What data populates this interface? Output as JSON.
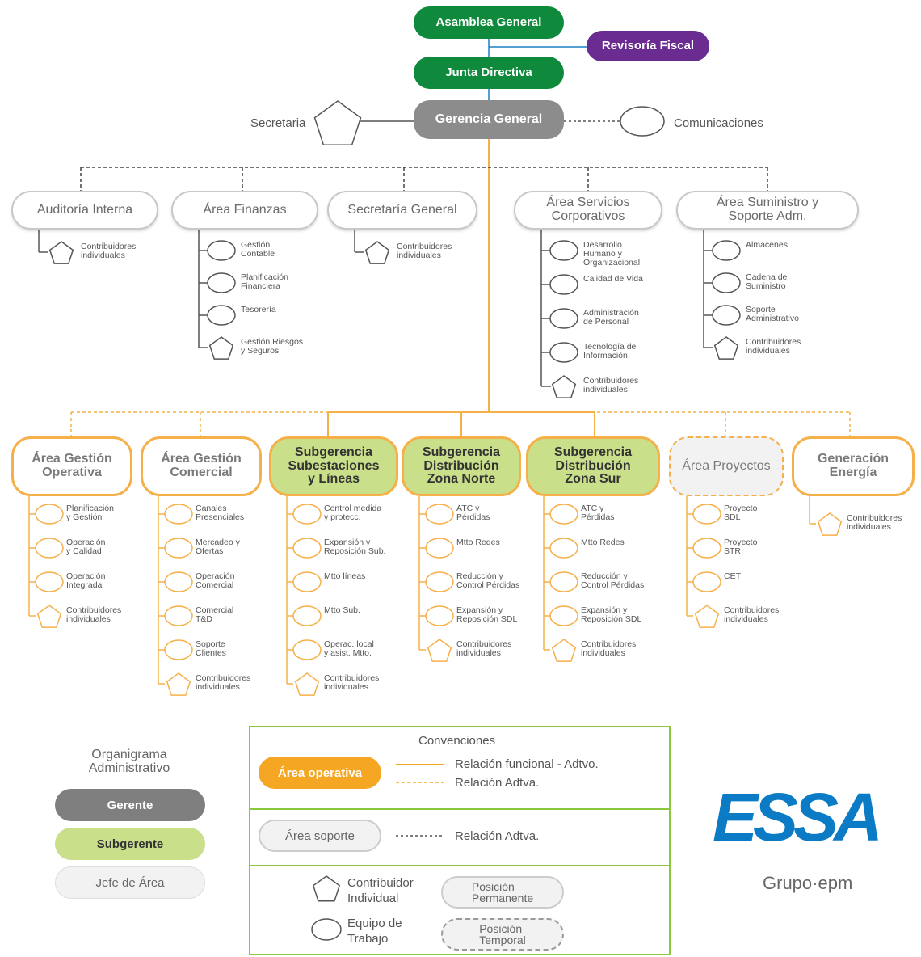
{
  "top": {
    "asamblea": "Asamblea General",
    "revisoria": "Revisoría Fiscal",
    "junta": "Junta Directiva",
    "gerencia": "Gerencia General",
    "secretaria": "Secretaria",
    "comunicaciones": "Comunicaciones"
  },
  "support_areas": [
    {
      "title": "Auditoría Interna",
      "items": [
        {
          "text": "Contribuidores\nindividuales",
          "shape": "pentagon"
        }
      ]
    },
    {
      "title": "Área Finanzas",
      "items": [
        {
          "text": "Gestión\nContable",
          "shape": "ellipse"
        },
        {
          "text": "Planificación\nFinanciera",
          "shape": "ellipse"
        },
        {
          "text": "Tesorería",
          "shape": "ellipse"
        },
        {
          "text": "Gestión Riesgos\ny Seguros",
          "shape": "pentagon"
        }
      ]
    },
    {
      "title": "Secretaría General",
      "items": [
        {
          "text": "Contribuidores\nindividuales",
          "shape": "pentagon"
        }
      ]
    },
    {
      "title": "Área Servicios\nCorporativos",
      "items": [
        {
          "text": "Desarrollo\nHumano y\nOrganizacional",
          "shape": "ellipse"
        },
        {
          "text": "Calidad de Vida",
          "shape": "ellipse"
        },
        {
          "text": "Administración\nde Personal",
          "shape": "ellipse"
        },
        {
          "text": "Tecnología de\nInformación",
          "shape": "ellipse"
        },
        {
          "text": "Contribuidores\nindividuales",
          "shape": "pentagon"
        }
      ]
    },
    {
      "title": "Área Suministro y\nSoporte Adm.",
      "items": [
        {
          "text": "Almacenes",
          "shape": "ellipse"
        },
        {
          "text": "Cadena de\nSuministro",
          "shape": "ellipse"
        },
        {
          "text": "Soporte\nAdministrativo",
          "shape": "ellipse"
        },
        {
          "text": "Contribuidores\nindividuales",
          "shape": "pentagon"
        }
      ]
    }
  ],
  "operative_areas": [
    {
      "title": "Área Gestión\nOperativa",
      "style": "oper",
      "items": [
        {
          "text": "Planificación\ny Gestión",
          "shape": "ellipse"
        },
        {
          "text": "Operación\ny Calidad",
          "shape": "ellipse"
        },
        {
          "text": "Operación\nIntegrada",
          "shape": "ellipse"
        },
        {
          "text": "Contribuidores\nindividuales",
          "shape": "pentagon"
        }
      ]
    },
    {
      "title": "Área Gestión\nComercial",
      "style": "oper",
      "items": [
        {
          "text": "Canales\nPresenciales",
          "shape": "ellipse"
        },
        {
          "text": "Mercadeo y\nOfertas",
          "shape": "ellipse"
        },
        {
          "text": "Operación\nComercial",
          "shape": "ellipse"
        },
        {
          "text": "Comercial\nT&D",
          "shape": "ellipse"
        },
        {
          "text": "Soporte\nClientes",
          "shape": "ellipse"
        },
        {
          "text": "Contribuidores\nindividuales",
          "shape": "pentagon"
        }
      ]
    },
    {
      "title": "Subgerencia\nSubestaciones\ny Líneas",
      "style": "sub",
      "items": [
        {
          "text": "Control medida\ny protecc.",
          "shape": "ellipse"
        },
        {
          "text": "Expansión y\nReposición Sub.",
          "shape": "ellipse"
        },
        {
          "text": "Mtto líneas",
          "shape": "ellipse"
        },
        {
          "text": "Mtto Sub.",
          "shape": "ellipse"
        },
        {
          "text": "Operac. local\ny asist. Mtto.",
          "shape": "ellipse"
        },
        {
          "text": "Contribuidores\nindividuales",
          "shape": "pentagon"
        }
      ]
    },
    {
      "title": "Subgerencia\nDistribución\nZona Norte",
      "style": "sub",
      "items": [
        {
          "text": "ATC y\nPérdidas",
          "shape": "ellipse"
        },
        {
          "text": "Mtto Redes",
          "shape": "ellipse"
        },
        {
          "text": "Reducción y\nControl Pérdidas",
          "shape": "ellipse"
        },
        {
          "text": "Expansión y\nReposición SDL",
          "shape": "ellipse"
        },
        {
          "text": "Contribuidores\nindividuales",
          "shape": "pentagon"
        }
      ]
    },
    {
      "title": "Subgerencia\nDistribución\nZona Sur",
      "style": "sub",
      "items": [
        {
          "text": "ATC y\nPérdidas",
          "shape": "ellipse"
        },
        {
          "text": "Mtto Redes",
          "shape": "ellipse"
        },
        {
          "text": "Reducción y\nControl Pérdidas",
          "shape": "ellipse"
        },
        {
          "text": "Expansión y\nReposición SDL",
          "shape": "ellipse"
        },
        {
          "text": "Contribuidores\nindividuales",
          "shape": "pentagon"
        }
      ]
    },
    {
      "title": "Área Proyectos",
      "style": "temp",
      "items": [
        {
          "text": "Proyecto\nSDL",
          "shape": "ellipse"
        },
        {
          "text": "Proyecto\nSTR",
          "shape": "ellipse"
        },
        {
          "text": "CET",
          "shape": "ellipse"
        },
        {
          "text": "Contribuidores\nindividuales",
          "shape": "pentagon"
        }
      ]
    },
    {
      "title": "Generación\nEnergía",
      "style": "oper",
      "items": [
        {
          "text": "Contribuidores\nindividuales",
          "shape": "pentagon"
        }
      ]
    }
  ],
  "legend": {
    "title": "Organigrama\nAdministrativo",
    "gerente": "Gerente",
    "subgerente": "Subgerente",
    "jefe": "Jefe de Área",
    "conventions_title": "Convenciones",
    "area_operativa": "Área operativa",
    "rel_funcional": "Relación funcional - Adtvo.",
    "rel_adtva": "Relación Adtva.",
    "area_soporte": "Área soporte",
    "rel_adtva2": "Relación Adtva.",
    "contribuidor": "Contribuidor\nIndividual",
    "equipo": "Equipo de\nTrabajo",
    "pos_perm": "Posición\nPermanente",
    "pos_temp": "Posición\nTemporal"
  },
  "brand": {
    "logo": "ESSA",
    "group": "Grupo·epm",
    "logo_color": "#0a7bc4",
    "epm_color": "#7ab51d"
  },
  "colors": {
    "dark_green": "#0f8a3c",
    "purple": "#6a2c91",
    "grey": "#8c8c8c",
    "orange": "#f5b04a",
    "light_green": "#c9df8a"
  }
}
